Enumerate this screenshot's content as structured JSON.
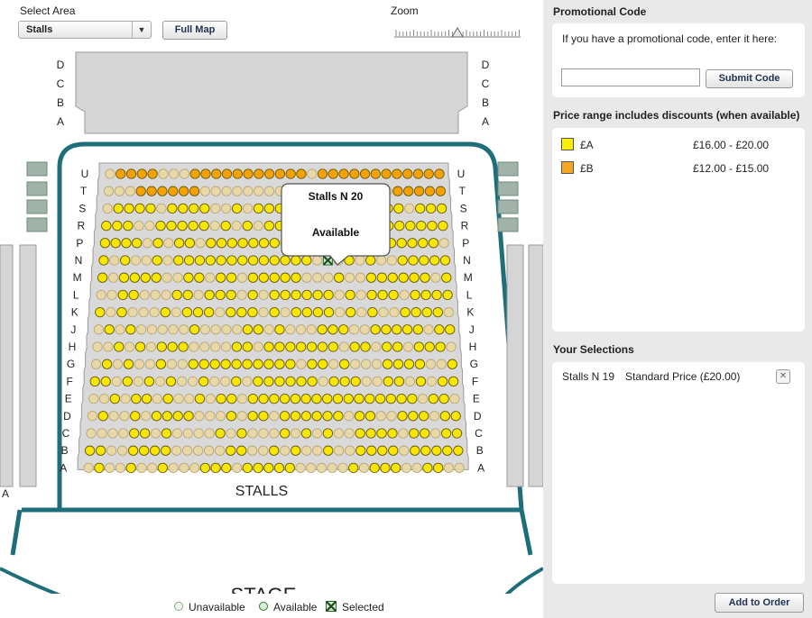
{
  "area_select": {
    "label": "Select Area",
    "selected": "Stalls",
    "full_map_label": "Full Map"
  },
  "zoom": {
    "label": "Zoom",
    "level": 0.5
  },
  "seatmap": {
    "upper_rows": [
      "D",
      "C",
      "B",
      "A"
    ],
    "rows": [
      "U",
      "T",
      "S",
      "R",
      "P",
      "N",
      "M",
      "L",
      "K",
      "J",
      "H",
      "G",
      "F",
      "E",
      "D",
      "C",
      "B",
      "A"
    ],
    "area_label": "STALLS",
    "stage_label": "STAGE",
    "side_label_a": "A",
    "tooltip": {
      "title": "Stalls N 20",
      "status": "Available"
    },
    "colors": {
      "A": "#f7e600",
      "B": "#f5a200",
      "unavailable": "#e8d8a8",
      "selected": "#2a6a2a",
      "outline": "#1f6f7a"
    }
  },
  "legend": {
    "unavailable": "Unavailable",
    "available": "Available",
    "selected": "Selected"
  },
  "promo": {
    "title": "Promotional Code",
    "prompt": "If you have a promotional code, enter it here:",
    "input_value": "",
    "submit_label": "Submit Code"
  },
  "price": {
    "title": "Price range includes discounts (when available)",
    "items": [
      {
        "band": "£A",
        "range": "£16.00 - £20.00",
        "color": "#fff000"
      },
      {
        "band": "£B",
        "range": "£12.00 - £15.00",
        "color": "#f5a623"
      }
    ]
  },
  "selections": {
    "title": "Your Selections",
    "items": [
      {
        "seat": "Stalls N 19",
        "price": "Standard Price (£20.00)"
      }
    ]
  },
  "add_to_order_label": "Add to Order"
}
